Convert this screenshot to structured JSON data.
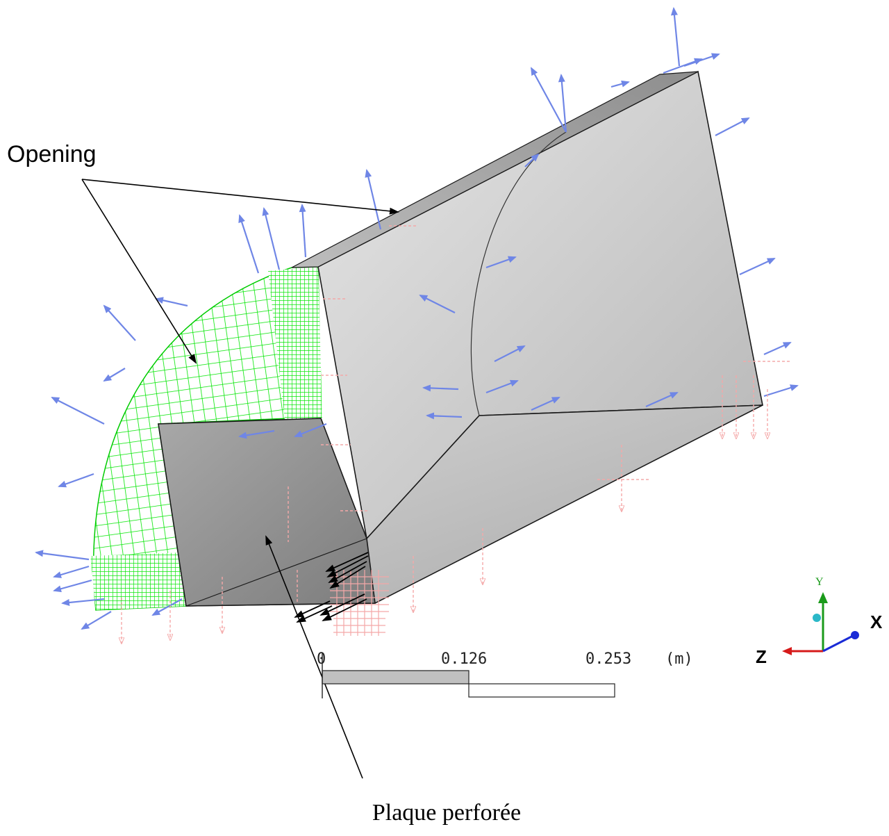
{
  "annotations": {
    "opening": "Opening",
    "plaque": "Plaque perforée"
  },
  "scale_bar": {
    "tick_0": "0",
    "tick_1": "0.126",
    "tick_2": "0.253",
    "unit": "(m)"
  },
  "axes": {
    "x": "X",
    "y": "Y",
    "z": "Z"
  },
  "colors": {
    "mesh": "#00ee00",
    "vector_blue": "#6f86e6",
    "vector_pink": "#f4a8a8",
    "box_face": "#c8c8c8",
    "inner_face": "#9a9a9a",
    "axis_x": "#1a2bd6",
    "axis_y": "#1a9a1a",
    "axis_z": "#d61a1a"
  }
}
